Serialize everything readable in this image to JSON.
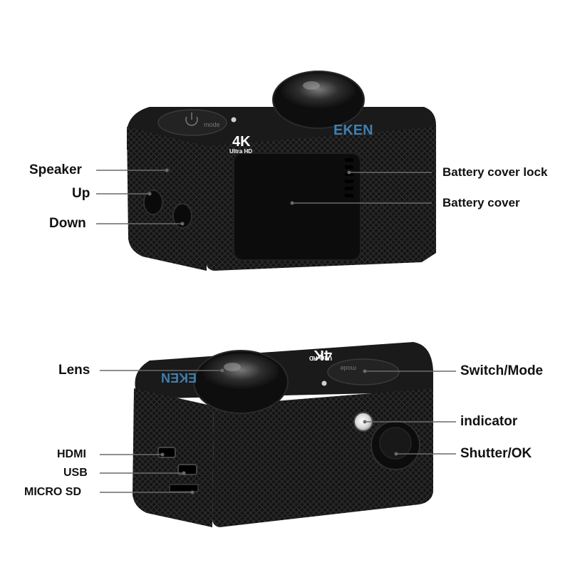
{
  "camera_top": {
    "brand": "EKEN",
    "badge_main": "4K",
    "badge_sub": "Ultra HD",
    "button_text": "mode"
  },
  "camera_bottom": {
    "brand": "EKEN",
    "badge_main": "4K",
    "badge_sub": "Ultra HD",
    "button_text": "mode"
  },
  "labels": {
    "speaker": "Speaker",
    "up": "Up",
    "down": "Down",
    "battery_cover_lock": "Battery cover lock",
    "battery_cover": "Battery cover",
    "lens": "Lens",
    "hdmi": "HDMI",
    "usb": "USB",
    "micro_sd": "MICRO SD",
    "switch_mode": "Switch/Mode",
    "indicator": "indicator",
    "shutter_ok": "Shutter/OK"
  },
  "colors": {
    "body": "#111111",
    "texture": "#2a2a2a",
    "brand": "#3f7fb0",
    "leader": "#6a6a6a",
    "indicator_light": "#e8e8e8"
  }
}
